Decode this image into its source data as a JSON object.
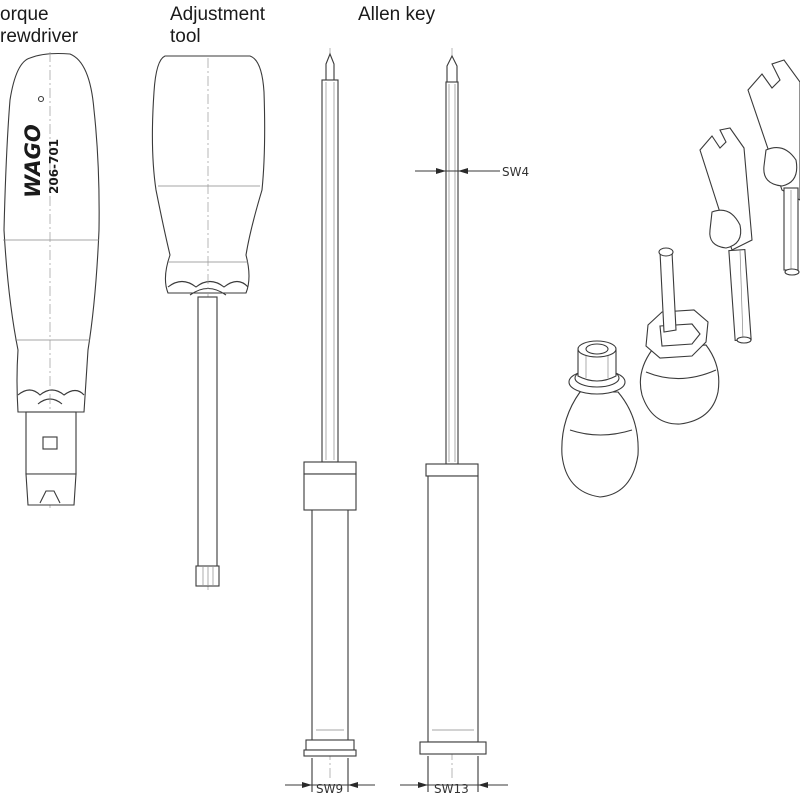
{
  "labels": {
    "torque_line1": "orque",
    "torque_line2": "rewdriver",
    "adjust_line1": "Adjustment",
    "adjust_line2": "tool",
    "allen": "Allen key"
  },
  "logo": {
    "brand": "WAGO",
    "part": "206-701"
  },
  "dimensions": {
    "sw4": "SW4",
    "sw9": "SW9",
    "sw13": "SW13"
  },
  "colors": {
    "line": "#3a3a3a",
    "background": "#ffffff"
  }
}
